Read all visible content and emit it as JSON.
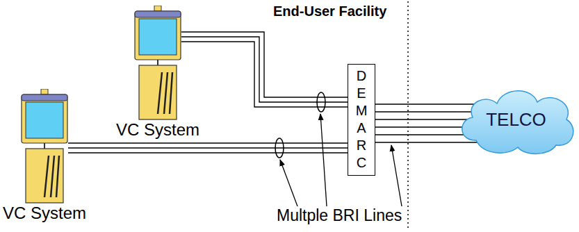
{
  "diagram": {
    "nodes": [
      {
        "text": [
          "VC System"
        ]
      },
      {
        "text": [
          "VC System"
        ]
      },
      {
        "text": [
          "DEMARC"
        ]
      },
      {
        "text": [
          "TELCO"
        ]
      }
    ],
    "edges": [
      {
        "from": 0,
        "to": 2,
        "arrow": "none"
      },
      {
        "from": 1,
        "to": 2,
        "arrow": "none"
      },
      {
        "from": 2,
        "to": 3,
        "arrow": "none"
      }
    ],
    "labels": [
      "End-User Facility",
      "Multple BRI Lines"
    ]
  }
}
